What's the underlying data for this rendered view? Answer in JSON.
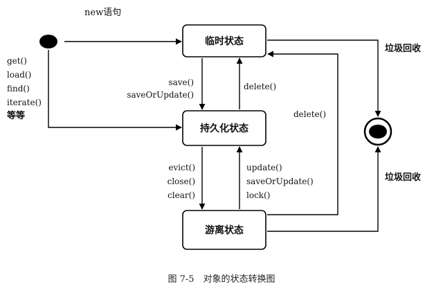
{
  "states": {
    "transient": "临时状态",
    "persistent": "持久化状态",
    "detached": "游离状态"
  },
  "transitions": {
    "new_statement": "new语句",
    "get_methods": [
      "get()",
      "load()",
      "find()",
      "iterate()"
    ],
    "get_methods_etc": "等等",
    "to_persistent": [
      "save()",
      "saveOrUpdate()"
    ],
    "to_transient_from_persistent": "delete()",
    "to_transient_from_detached": "delete()",
    "to_detached": [
      "evict()",
      "close()",
      "clear()"
    ],
    "from_detached": [
      "update()",
      "saveOrUpdate()",
      "lock()"
    ],
    "gc_top": "垃圾回收",
    "gc_bottom": "垃圾回收"
  },
  "caption": "图 7-5　对象的状态转换图"
}
